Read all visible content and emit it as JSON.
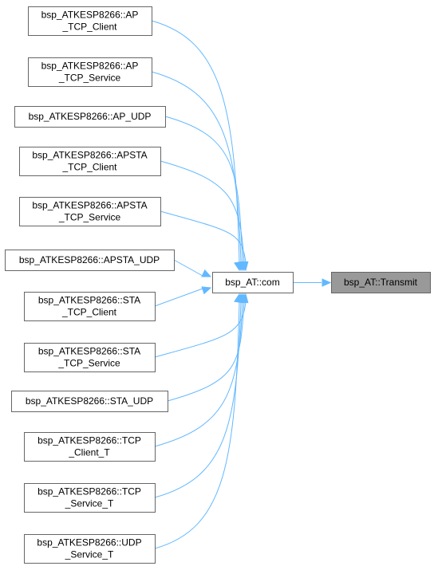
{
  "diagram": {
    "center": {
      "lines": [
        "bsp_AT::com"
      ]
    },
    "target": {
      "lines": [
        "bsp_AT::Transmit"
      ]
    },
    "callers": [
      {
        "lines": [
          "bsp_ATKESP8266::AP",
          "_TCP_Client"
        ]
      },
      {
        "lines": [
          "bsp_ATKESP8266::AP",
          "_TCP_Service"
        ]
      },
      {
        "lines": [
          "bsp_ATKESP8266::AP_UDP"
        ]
      },
      {
        "lines": [
          "bsp_ATKESP8266::APSTA",
          "_TCP_Client"
        ]
      },
      {
        "lines": [
          "bsp_ATKESP8266::APSTA",
          "_TCP_Service"
        ]
      },
      {
        "lines": [
          "bsp_ATKESP8266::APSTA_UDP"
        ]
      },
      {
        "lines": [
          "bsp_ATKESP8266::STA",
          "_TCP_Client"
        ]
      },
      {
        "lines": [
          "bsp_ATKESP8266::STA",
          "_TCP_Service"
        ]
      },
      {
        "lines": [
          "bsp_ATKESP8266::STA_UDP"
        ]
      },
      {
        "lines": [
          "bsp_ATKESP8266::TCP",
          "_Client_T"
        ]
      },
      {
        "lines": [
          "bsp_ATKESP8266::TCP",
          "_Service_T"
        ]
      },
      {
        "lines": [
          "bsp_ATKESP8266::UDP",
          "_Service_T"
        ]
      }
    ]
  }
}
